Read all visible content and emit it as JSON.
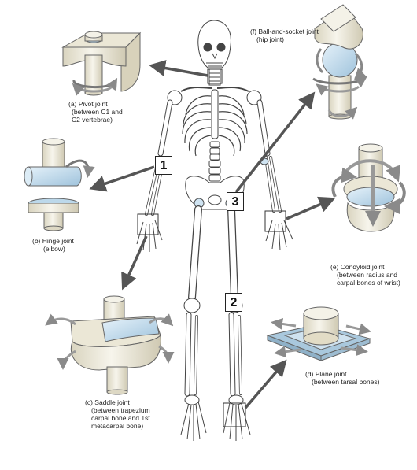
{
  "labels": {
    "pivot": [
      "(a) Pivot joint",
      "(between C1 and",
      "C2 vertebrae)"
    ],
    "hinge": [
      "(b) Hinge joint",
      "(elbow)"
    ],
    "saddle": [
      "(c) Saddle joint",
      "(between trapezium",
      "carpal bone and 1st",
      "metacarpal bone)"
    ],
    "ball": [
      "(f) Ball-and-socket joint",
      "(hip joint)"
    ],
    "condyloid": [
      "(e) Condyloid joint",
      "(between radius and",
      "carpal bones of wrist)"
    ],
    "plane": [
      "(d) Plane joint",
      "(between tarsal bones)"
    ]
  },
  "markers": {
    "m1": "1",
    "m2": "2",
    "m3": "3"
  },
  "colors": {
    "bone": "#f2f0e4",
    "bone_outline": "#555555",
    "joint_blue": "#bcd8ea",
    "arrow": "#555555",
    "text": "#222222"
  }
}
